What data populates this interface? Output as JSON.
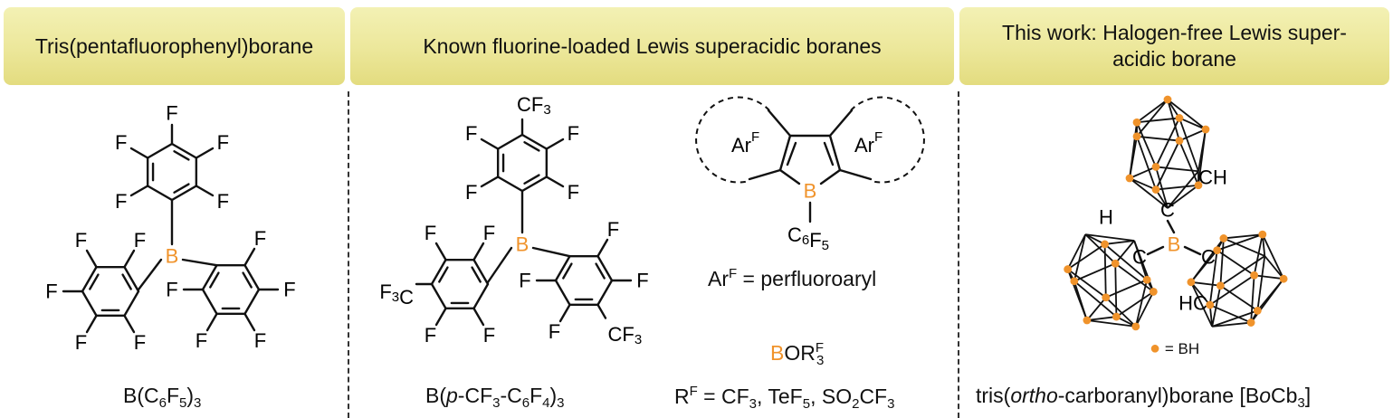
{
  "headers": {
    "col1": "Tris(pentafluorophenyl)borane",
    "col2": "Known fluorine-loaded Lewis superacidic boranes",
    "col3_line1": "This work: Halogen-free Lewis super-",
    "col3_line2": "acidic borane"
  },
  "atoms": {
    "F": "F",
    "B": "B",
    "C": "C",
    "H": "H",
    "CH": "CH",
    "HC": "HC",
    "CF3": "CF",
    "three": "3",
    "F3C_F": "F",
    "F3C_C": "C",
    "ArF_Ar": "Ar",
    "ArF_sup": "F",
    "C6F5_C": "C",
    "C6F5_6": "6",
    "C6F5_F": "F",
    "C6F5_5": "5"
  },
  "labels": {
    "bcf": {
      "a": "B(C",
      "b": "6",
      "c": "F",
      "d": "5",
      "e": ")",
      "f": "3"
    },
    "pcf3": {
      "a": "B(",
      "b": "p",
      "c": "-CF",
      "d": "3",
      "e": "-C",
      "f": "6",
      "g": "F",
      "h": "4",
      "i": ")",
      "j": "3"
    },
    "arf_def": {
      "a": "Ar",
      "b": "F",
      "c": " = perfluoroaryl"
    },
    "borf": {
      "a": "B",
      "b": "OR",
      "c": "F",
      "d": "3"
    },
    "rf_def": {
      "a": "R",
      "b": "F",
      "c": " = CF",
      "d": "3",
      "e": ", TeF",
      "f": "5",
      "g": ", SO",
      "h": "2",
      "i": "CF",
      "j": "3"
    },
    "boc": {
      "a": "tris(",
      "b": "ortho",
      "c": "-carboranyl)borane [B",
      "d": "o",
      "e": "Cb",
      "f": "3",
      "g": "]"
    },
    "bh_legend": "= BH"
  },
  "colors": {
    "boron": "#f0932b",
    "header_fill": "#ece79a",
    "bond": "#111111"
  }
}
